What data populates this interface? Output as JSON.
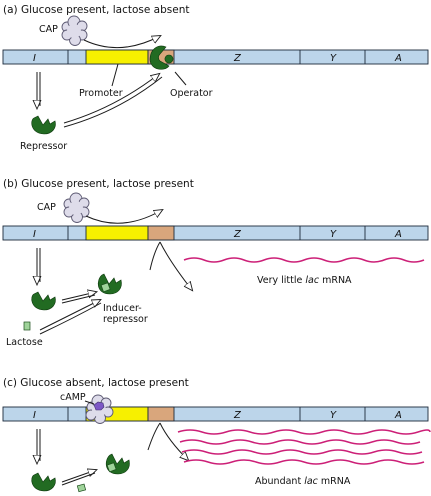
{
  "panels": {
    "a": {
      "title": "(a) Glucose present, lactose absent",
      "cap": "CAP",
      "promoter": "Promoter",
      "operator": "Operator",
      "repressor": "Repressor"
    },
    "b": {
      "title": "(b) Glucose present, lactose present",
      "cap": "CAP",
      "mrna_prefix": "Very little ",
      "mrna_italic": "lac",
      "mrna_suffix": " mRNA",
      "inducer_line1": "Inducer-",
      "inducer_line2": "repressor",
      "lactose": "Lactose"
    },
    "c": {
      "title": "(c) Glucose absent, lactose present",
      "camp": "cAMP",
      "mrna_prefix": "Abundant ",
      "mrna_italic": "lac",
      "mrna_suffix": " mRNA"
    }
  },
  "genes": {
    "i": "I",
    "z": "Z",
    "y": "Y",
    "a": "A"
  },
  "colors": {
    "dna": "#bcd5ea",
    "promoter": "#f7f000",
    "operator": "#d9a67c",
    "repressor": "#226b22",
    "inducer": "#9fd39a",
    "cap": "#dedcea",
    "camp": "#7d57c6",
    "mrna": "#cc1f77"
  }
}
